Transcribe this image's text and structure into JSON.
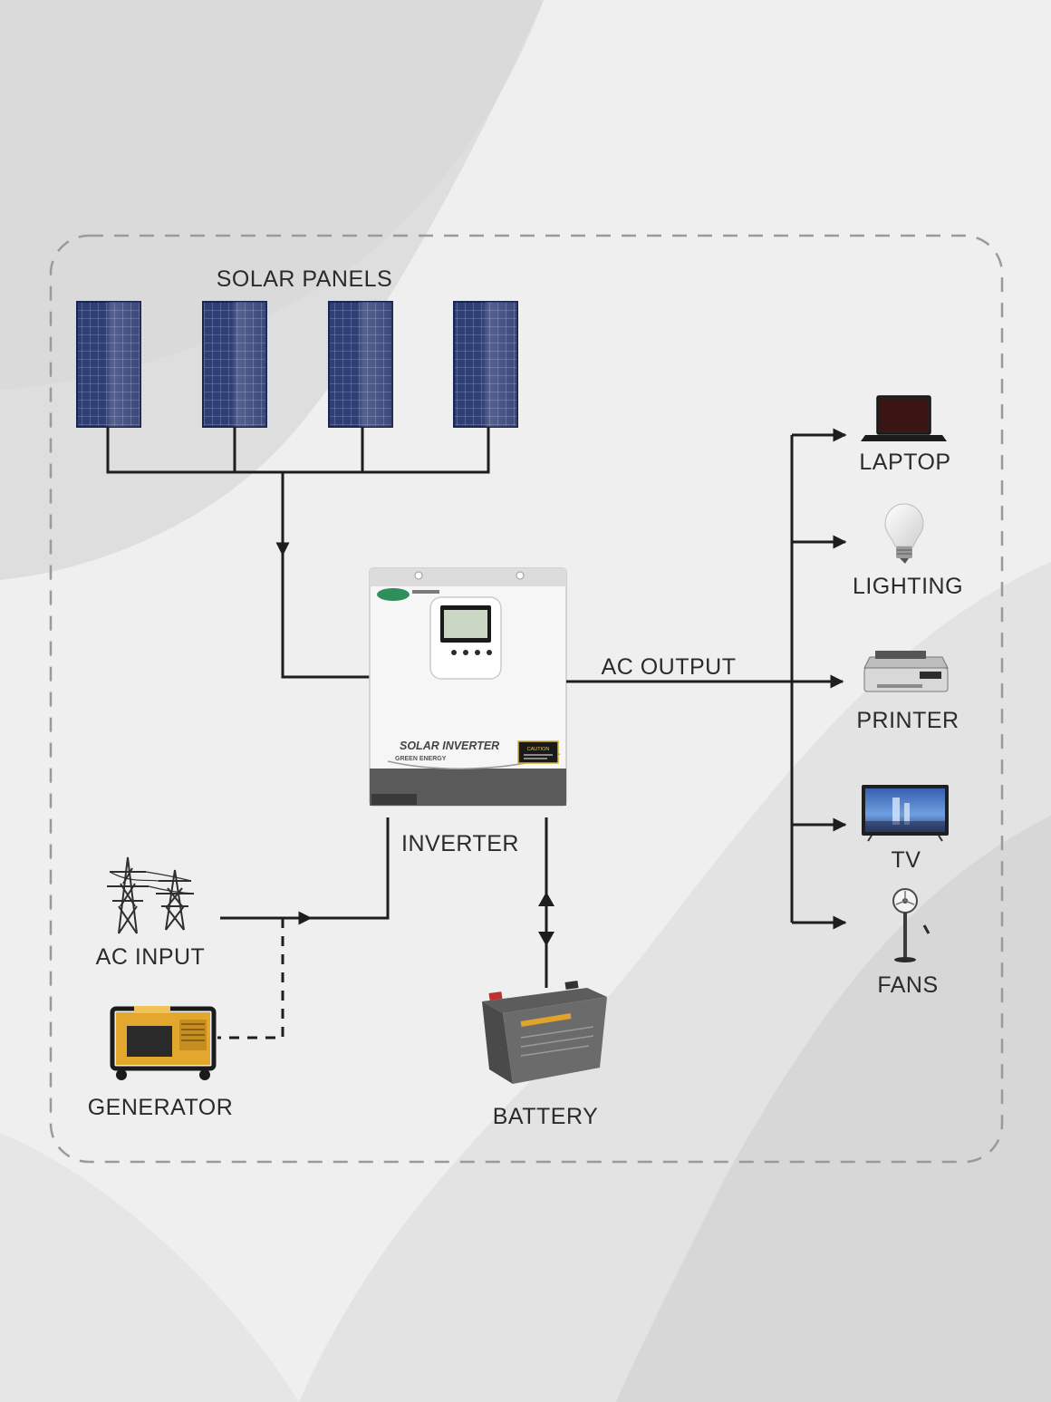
{
  "labels": {
    "solar_panels": "SOLAR PANELS",
    "ac_output": "AC OUTPUT",
    "inverter": "INVERTER",
    "ac_input": "AC INPUT",
    "generator": "GENERATOR",
    "battery": "BATTERY",
    "laptop": "LAPTOP",
    "lighting": "LIGHTING",
    "printer": "PRINTER",
    "tv": "TV",
    "fans": "FANS"
  },
  "inverter_device": {
    "model_text": "SOLAR INVERTER",
    "sub_text": "GREEN ENERGY",
    "caution_text": "CAUTION"
  },
  "colors": {
    "background": "#efefef",
    "panel_blue": "#2c3b6e",
    "wire": "#1e1e1e",
    "border_dash": "#9a9a9a"
  }
}
